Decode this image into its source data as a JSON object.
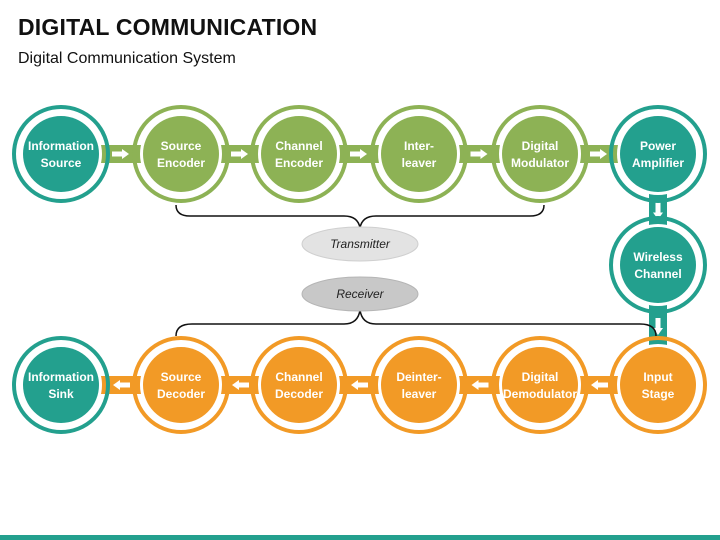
{
  "header": {
    "title": "DIGITAL COMMUNICATION",
    "subtitle": "Digital Communication System"
  },
  "colors": {
    "teal": "#23a08e",
    "green": "#8db255",
    "orange": "#f29a26",
    "oval_light": "#e3e3e3",
    "oval_dark": "#c8c8c8"
  },
  "transmitter_chain": [
    {
      "id": "information-source",
      "lines": [
        "Information",
        "Source"
      ],
      "color": "teal"
    },
    {
      "id": "source-encoder",
      "lines": [
        "Source",
        "Encoder"
      ],
      "color": "green"
    },
    {
      "id": "channel-encoder",
      "lines": [
        "Channel",
        "Encoder"
      ],
      "color": "green"
    },
    {
      "id": "interleaver",
      "lines": [
        "Inter-",
        "leaver"
      ],
      "color": "green"
    },
    {
      "id": "digital-modulator",
      "lines": [
        "Digital",
        "Modulator"
      ],
      "color": "green"
    },
    {
      "id": "power-amplifier",
      "lines": [
        "Power",
        "Amplifier"
      ],
      "color": "teal"
    }
  ],
  "channel_node": {
    "id": "wireless-channel",
    "lines": [
      "Wireless",
      "Channel"
    ],
    "color": "teal"
  },
  "receiver_chain": [
    {
      "id": "information-sink",
      "lines": [
        "Information",
        "Sink"
      ],
      "color": "teal"
    },
    {
      "id": "source-decoder",
      "lines": [
        "Source",
        "Decoder"
      ],
      "color": "orange"
    },
    {
      "id": "channel-decoder",
      "lines": [
        "Channel",
        "Decoder"
      ],
      "color": "orange"
    },
    {
      "id": "deinterleaver",
      "lines": [
        "Deinter-",
        "leaver"
      ],
      "color": "orange"
    },
    {
      "id": "digital-demodulator",
      "lines": [
        "Digital",
        "Demodulator"
      ],
      "color": "orange"
    },
    {
      "id": "input-stage",
      "lines": [
        "Input",
        "Stage"
      ],
      "color": "orange"
    }
  ],
  "groups": {
    "transmitter_label": "Transmitter",
    "receiver_label": "Receiver"
  }
}
